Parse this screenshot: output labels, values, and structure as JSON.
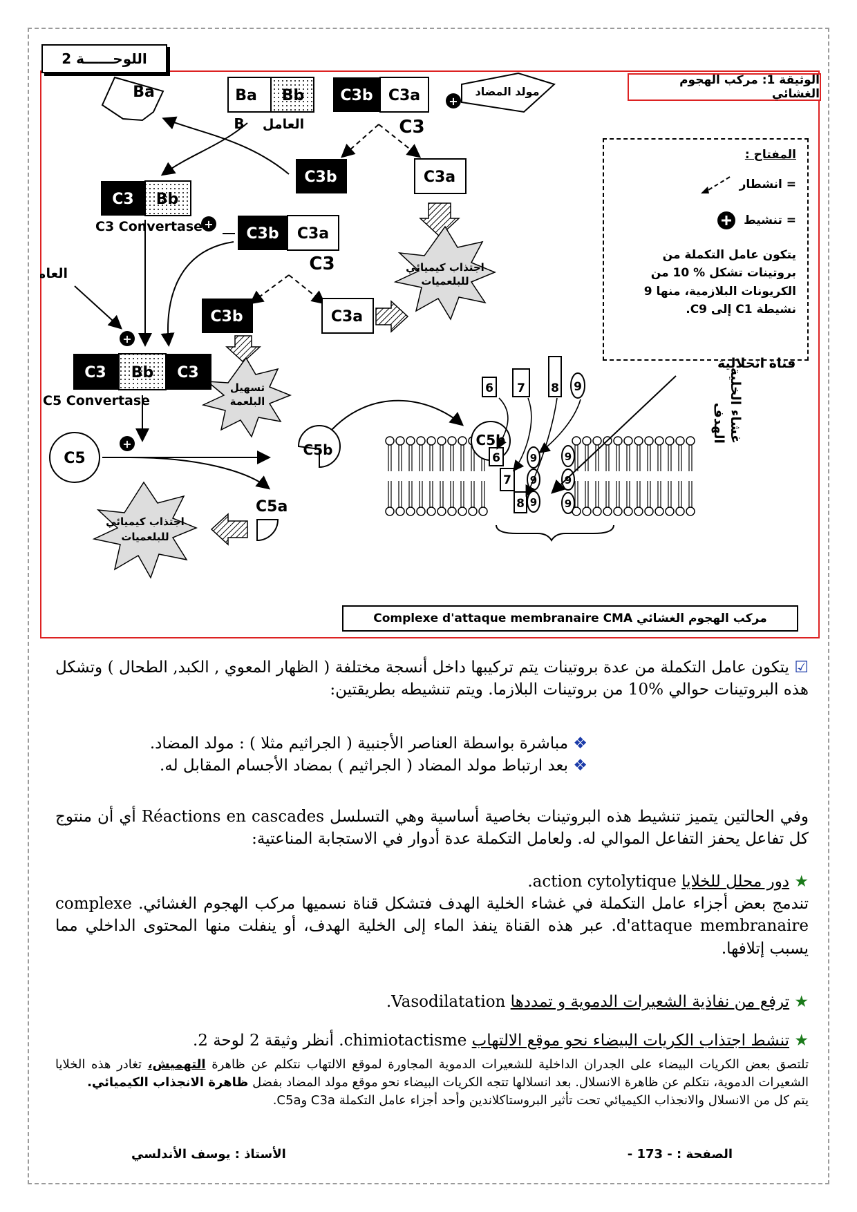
{
  "plate_label": "اللوحــــــة 2",
  "document_title": "الوثيقة 1: مركب الهجوم الغشائي",
  "diagram": {
    "labels": {
      "ba": "Ba",
      "bb": "Bb",
      "c3b": "C3b",
      "c3a": "C3a",
      "c3": "C3",
      "c5": "C5",
      "c5b": "C5b",
      "c5a": "C5a",
      "factor_b_letter": "B",
      "factor_b": "العامل",
      "factor_d": "العامل D",
      "antigen": "مولد المضاد",
      "c3_convertase": "C3 Convertase",
      "c5_convertase": "C5 Convertase",
      "chemotaxis_1": "اجتذاب كيميائي",
      "chemotaxis_2": "للبلعميات",
      "phago_1": "تسهيل",
      "phago_2": "البلعمة",
      "lytic_channel": "قناة انحلالية",
      "membrane_1": "غشاء الخلية",
      "membrane_2": "الهدف",
      "c6": "6",
      "c7": "7",
      "c8": "8",
      "c9": "9"
    },
    "key": {
      "title": "المفتاح :",
      "cleavage": "= انشطار",
      "activation": "= تنشيط",
      "description": "يتكون عامل التكملة من بروتينات تشكل % 10 من الكريونات البلازمية، منها 9 نشيطة C1 إلى C9."
    },
    "cma_caption": "مركب الهجوم الغشائي Complexe d'attaque membranaire CMA"
  },
  "text": {
    "p1": "يتكون عامل التكملة من عدة بروتينات يتم تركيبها داخل أنسجة مختلفة ( الظهار المعوي , الكبد, الطحال ) وتشكل هذه البروتينات حوالي %10 من بروتينات البلازما. ويتم تنشيطه بطريقتين:",
    "b1": "مباشرة بواسطة العناصر الأجنبية ( الجراثيم مثلا ) : مولد المضاد.",
    "b2": "بعد ارتباط مولد المضاد ( الجراثيم ) بمضاد الأجسام المقابل له.",
    "p2": "وفي الحالتين يتميز تنشيط هذه البروتينات بخاصية أساسية وهي التسلسل Réactions en cascades أي أن منتوج كل تفاعل يحفز التفاعل الموالي له. ولعامل التكملة عدة أدوار في الاستجابة المناعتية:",
    "r1_title": "دور محلل للخلايا",
    "r1_fr": "action cytolytique.",
    "r1_body": "تندمج بعض أجزاء عامل التكملة في غشاء الخلية الهدف فتشكل قناة نسميها مركب الهجوم الغشائي. complexe d'attaque membranaire. عبر هذه القناة ينفذ الماء إلى الخلية الهدف، أو ينفلت منها المحتوى الداخلي مما يسبب إتلافها.",
    "r2_title": "ترفع من نفاذية الشعيرات الدموية و تمددها",
    "r2_fr": "Vasodilatation.",
    "r3_title": "تنشط اجتذاب الكريات البيضاء نحو موقع الالتهاب",
    "r3_rest": "chimiotactisme. أنظر وثيقة 2 لوحة 2.",
    "s1_a": "تلتصق بعض الكريات البيضاء على الجدران الداخلية للشعيرات الدموية المجاورة لموقع الالتهاب نتكلم عن ظاهرة",
    "s1_b": "التهميش،",
    "s1_c": "تغادر هذه الخلايا الشعيرات الدموية، نتكلم عن ظاهرة الانسلال. بعد انسلالها تتجه الكريات البيضاء نحو موقع مولد المضاد بفضل",
    "s1_d": "ظاهرة الانجذاب الكيميائي.",
    "s2": "يتم كل من الانسلال والانجذاب الكيميائي تحت تأثير البروستاكلاندين وأحد أجزاء عامل التكملة C3a وC5a."
  },
  "footer": {
    "page_label": "الصفحة : - 173 -",
    "author": "الأستاذ : يوسف الأندلسي"
  }
}
